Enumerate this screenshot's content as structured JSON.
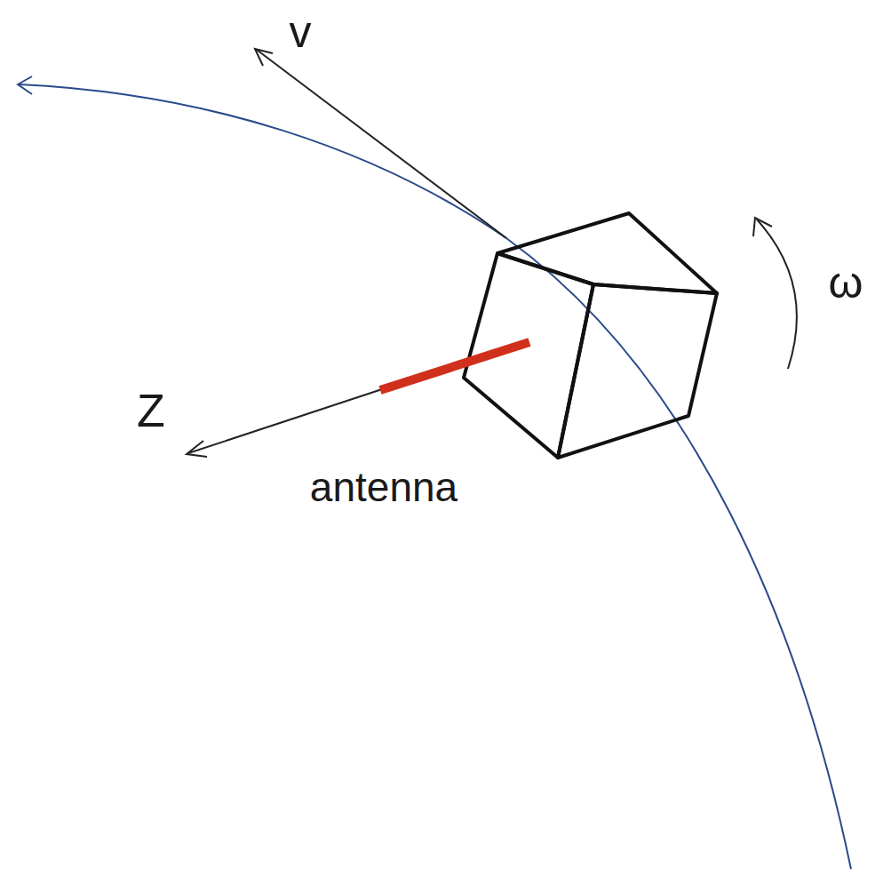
{
  "diagram": {
    "labels": [
      "v",
      "ω",
      "Z",
      "antenna"
    ]
  }
}
